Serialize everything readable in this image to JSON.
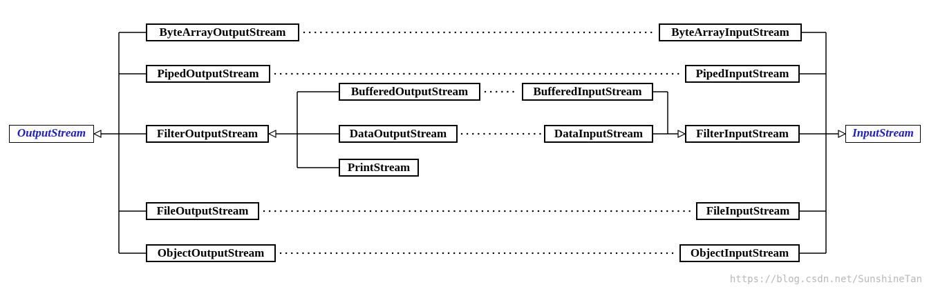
{
  "diagram": {
    "roots": {
      "output": "OutputStream",
      "input": "InputStream"
    },
    "output_classes": {
      "byte_array": "ByteArrayOutputStream",
      "piped": "PipedOutputStream",
      "filter": "FilterOutputStream",
      "file": "FileOutputStream",
      "object": "ObjectOutputStream"
    },
    "filter_output_subclasses": {
      "buffered": "BufferedOutputStream",
      "data": "DataOutputStream",
      "print": "PrintStream"
    },
    "input_classes": {
      "byte_array": "ByteArrayInputStream",
      "piped": "PipedInputStream",
      "filter": "FilterInputStream",
      "file": "FileInputStream",
      "object": "ObjectInputStream"
    },
    "filter_input_subclasses": {
      "buffered": "BufferedInputStream",
      "data": "DataInputStream"
    },
    "watermark": "https://blog.csdn.net/SunshineTan"
  }
}
